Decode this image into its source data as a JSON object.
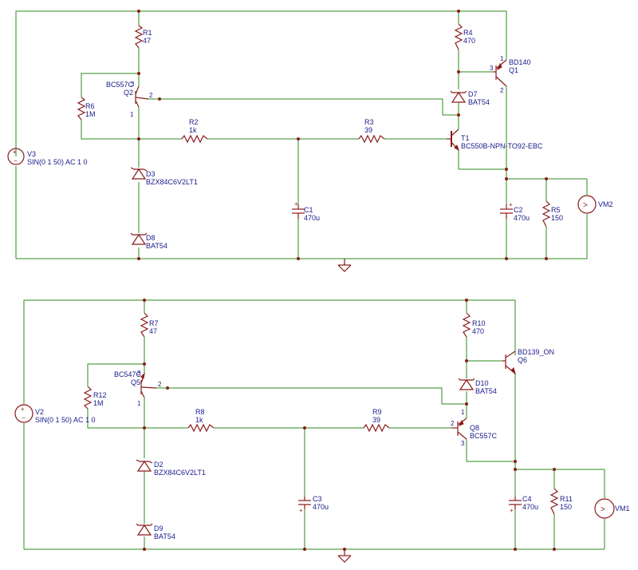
{
  "circuit1": {
    "R1": {
      "ref": "R1",
      "val": "47"
    },
    "R2": {
      "ref": "R2",
      "val": "1k"
    },
    "R3": {
      "ref": "R3",
      "val": "39"
    },
    "R4": {
      "ref": "R4",
      "val": "470"
    },
    "R5": {
      "ref": "R5",
      "val": "150"
    },
    "R6": {
      "ref": "R6",
      "val": "1M"
    },
    "C1": {
      "ref": "C1",
      "val": "470u"
    },
    "C2": {
      "ref": "C2",
      "val": "470u"
    },
    "D3": {
      "ref": "D3",
      "val": "BZX84C6V2LT1"
    },
    "D7": {
      "ref": "D7",
      "val": "BAT54"
    },
    "D8": {
      "ref": "D8",
      "val": "BAT54"
    },
    "Q1": {
      "ref": "Q1",
      "val": "BD140"
    },
    "Q2": {
      "ref": "Q2",
      "val": "BC557C"
    },
    "T1": {
      "ref": "T1",
      "val": "BC550B-NPN-TO92-EBC"
    },
    "V3": {
      "ref": "V3",
      "val": "SIN(0 1 50) AC 1 0"
    },
    "VM2": {
      "ref": "VM2"
    }
  },
  "circuit2": {
    "R7": {
      "ref": "R7",
      "val": "47"
    },
    "R8": {
      "ref": "R8",
      "val": "1k"
    },
    "R9": {
      "ref": "R9",
      "val": "39"
    },
    "R10": {
      "ref": "R10",
      "val": "470"
    },
    "R11": {
      "ref": "R11",
      "val": "150"
    },
    "R12": {
      "ref": "R12",
      "val": "1M"
    },
    "C3": {
      "ref": "C3",
      "val": "470u"
    },
    "C4": {
      "ref": "C4",
      "val": "470u"
    },
    "D2": {
      "ref": "D2",
      "val": "BZX84C6V2LT1"
    },
    "D9": {
      "ref": "D9",
      "val": "BAT54"
    },
    "D10": {
      "ref": "D10",
      "val": "BAT54"
    },
    "Q5": {
      "ref": "Q5",
      "val": "BC547C"
    },
    "Q6": {
      "ref": "Q6",
      "val": "BD139_ON"
    },
    "Q8": {
      "ref": "Q8",
      "val": "BC557C"
    },
    "V2": {
      "ref": "V2",
      "val": "SIN(0 1 50) AC 1 0"
    },
    "VM1": {
      "ref": "VM1"
    }
  },
  "pins": {
    "p1": "1",
    "p2": "2",
    "p3": "3"
  },
  "meter_symbol": ">",
  "colors": {
    "wire": "#2e8b1e",
    "component": "#8b1a1a",
    "label": "#1a1a8c"
  }
}
